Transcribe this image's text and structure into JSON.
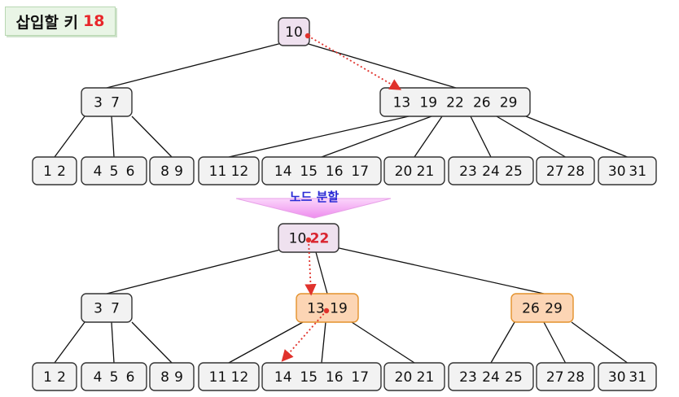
{
  "title": {
    "label": "삽입할 키",
    "key": "18"
  },
  "arrow_label": "노드 분할",
  "colors": {
    "node_fill": "#f2f2f2",
    "node_stroke": "#333333",
    "root_fill": "#efe1ef",
    "split_fill": "#fcd5b4",
    "split_stroke": "#e4922c",
    "pointer": "#e0322c",
    "arrow_fill": "#f3a9f3",
    "arrow_text": "#2a2ad6"
  },
  "before": {
    "root": [
      "10"
    ],
    "internal": [
      [
        "3",
        "7"
      ],
      [
        "13",
        "19",
        "22",
        "26",
        "29"
      ]
    ],
    "leaves": [
      [
        "1",
        "2"
      ],
      [
        "4",
        "5",
        "6"
      ],
      [
        "8",
        "9"
      ],
      [
        "11",
        "12"
      ],
      [
        "14",
        "15",
        "16",
        "17"
      ],
      [
        "20",
        "21"
      ],
      [
        "23",
        "24",
        "25"
      ],
      [
        "27",
        "28"
      ],
      [
        "30",
        "31"
      ]
    ]
  },
  "after": {
    "root": [
      "10",
      "22"
    ],
    "internal": [
      [
        "3",
        "7"
      ],
      [
        "13",
        "19"
      ],
      [
        "26",
        "29"
      ]
    ],
    "leaves": [
      [
        "1",
        "2"
      ],
      [
        "4",
        "5",
        "6"
      ],
      [
        "8",
        "9"
      ],
      [
        "11",
        "12"
      ],
      [
        "14",
        "15",
        "16",
        "17"
      ],
      [
        "20",
        "21"
      ],
      [
        "23",
        "24",
        "25"
      ],
      [
        "27",
        "28"
      ],
      [
        "30",
        "31"
      ]
    ]
  }
}
